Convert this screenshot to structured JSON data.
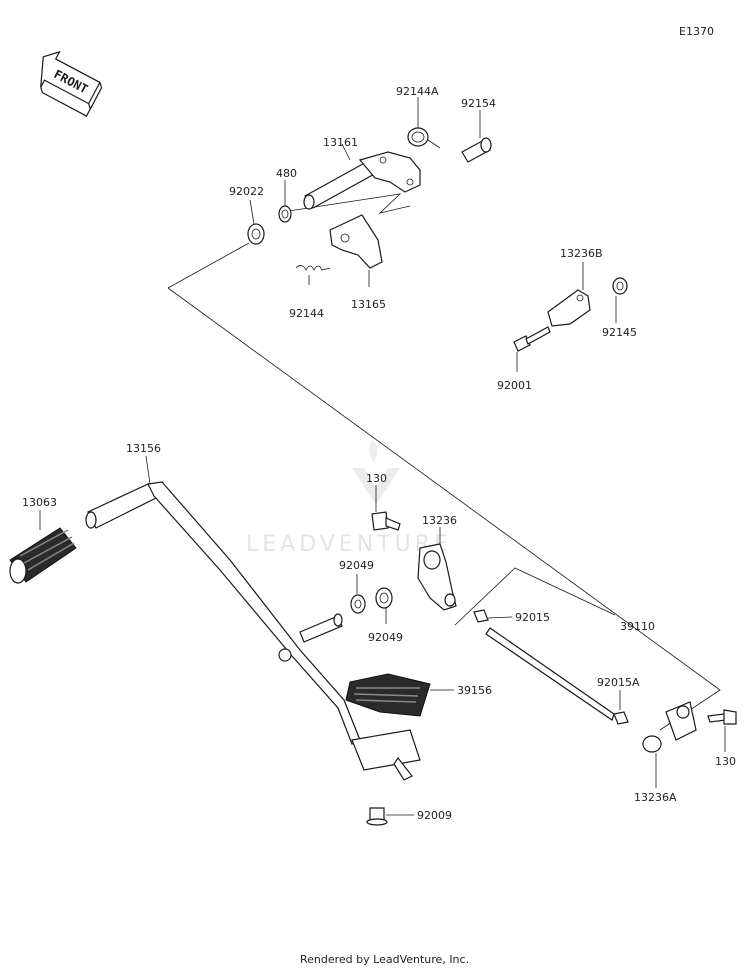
{
  "diagram_code": "E1370",
  "front_label": "FRONT",
  "watermark": "LEADVENTURE",
  "footer": "Rendered by LeadVenture, Inc.",
  "parts": {
    "p92144A": "92144A",
    "p92154": "92154",
    "p13161": "13161",
    "p480": "480",
    "p92022": "92022",
    "p92144": "92144",
    "p13165": "13165",
    "p13236B": "13236B",
    "p92145": "92145",
    "p92001": "92001",
    "p13156": "13156",
    "p13063": "13063",
    "p130a": "130",
    "p13236": "13236",
    "p92049a": "92049",
    "p92049b": "92049",
    "p92015": "92015",
    "p39110": "39110",
    "p92015A": "92015A",
    "p39156": "39156",
    "p130b": "130",
    "p13236A": "13236A",
    "p92009": "92009"
  }
}
